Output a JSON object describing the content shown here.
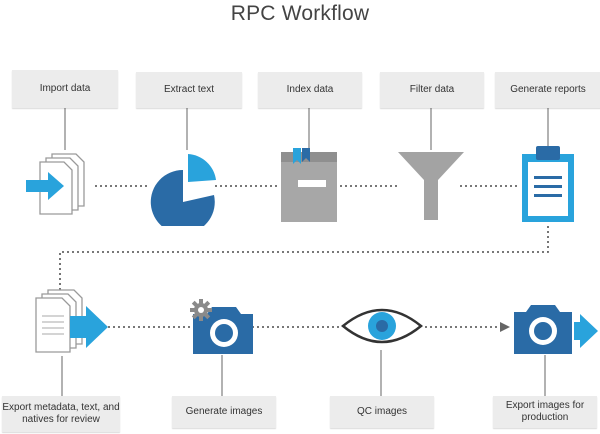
{
  "title": "RPC Workflow",
  "steps_top": [
    {
      "label": "Import data"
    },
    {
      "label": "Extract text"
    },
    {
      "label": "Index data"
    },
    {
      "label": "Filter data"
    },
    {
      "label": "Generate reports"
    }
  ],
  "steps_bottom": [
    {
      "label": "Export metadata, text, and natives for review"
    },
    {
      "label": "Generate images"
    },
    {
      "label": "QC images"
    },
    {
      "label": "Export images for production"
    }
  ],
  "colors": {
    "blue_dark": "#2a6ba6",
    "blue_light": "#29a3dc",
    "gray": "#a3a3a3",
    "label_bg": "#ececec",
    "line": "#666666"
  }
}
